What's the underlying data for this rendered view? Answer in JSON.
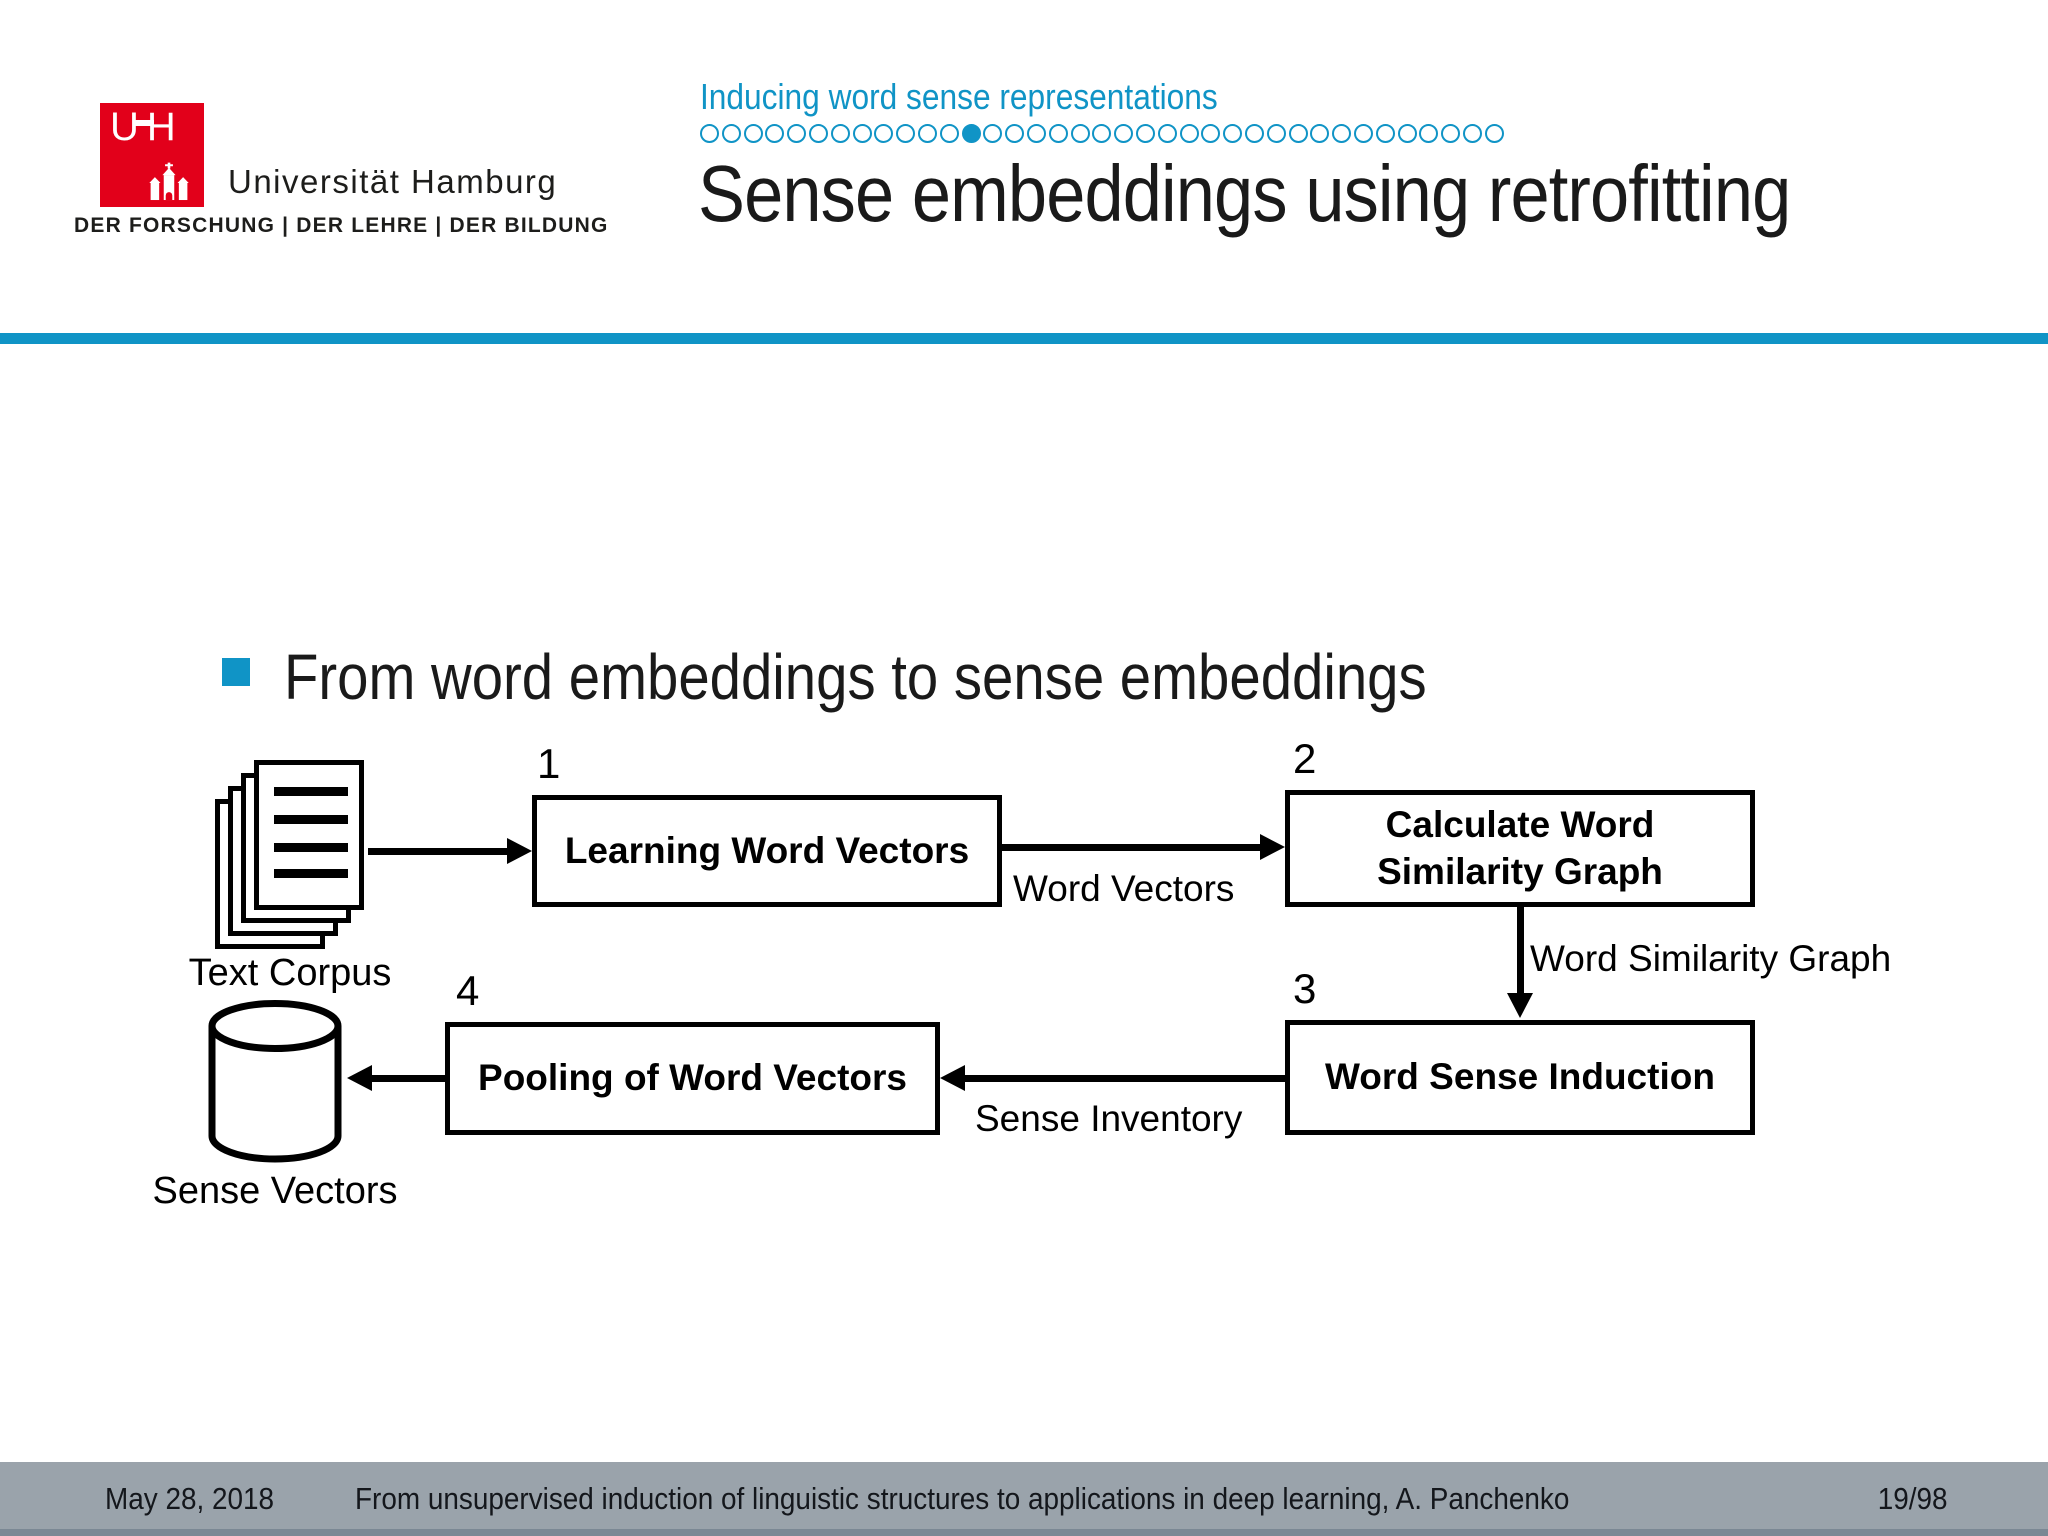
{
  "colors": {
    "accent": "#1094c6",
    "footer_bg": "#9aa3ab",
    "logo_red": "#e2001a"
  },
  "header": {
    "logo": {
      "uh": "UH",
      "org": "Universität Hamburg",
      "tagline": "DER FORSCHUNG | DER LEHRE | DER BILDUNG"
    },
    "section": "Inducing word sense representations",
    "progress": {
      "total": 37,
      "active": 13
    },
    "title": "Sense embeddings using retrofitting"
  },
  "body": {
    "bullet_text": "From word embeddings to sense embeddings",
    "diagram": {
      "nodes": [
        {
          "number": "1",
          "label": "Learning Word Vectors"
        },
        {
          "number": "2",
          "label": "Calculate Word\nSimilarity Graph"
        },
        {
          "number": "3",
          "label": "Word Sense Induction"
        },
        {
          "number": "4",
          "label": "Pooling of Word Vectors"
        }
      ],
      "edges": [
        {
          "label": "Word Vectors"
        },
        {
          "label": "Word Similarity Graph"
        },
        {
          "label": "Sense Inventory"
        }
      ],
      "artifacts": [
        {
          "label": "Text Corpus",
          "icon": "document-stack-icon"
        },
        {
          "label": "Sense Vectors",
          "icon": "database-cylinder-icon"
        }
      ]
    }
  },
  "footer": {
    "date": "May 28, 2018",
    "reference": "From unsupervised induction of linguistic structures to applications in deep learning, A. Panchenko",
    "page": "19/98"
  }
}
